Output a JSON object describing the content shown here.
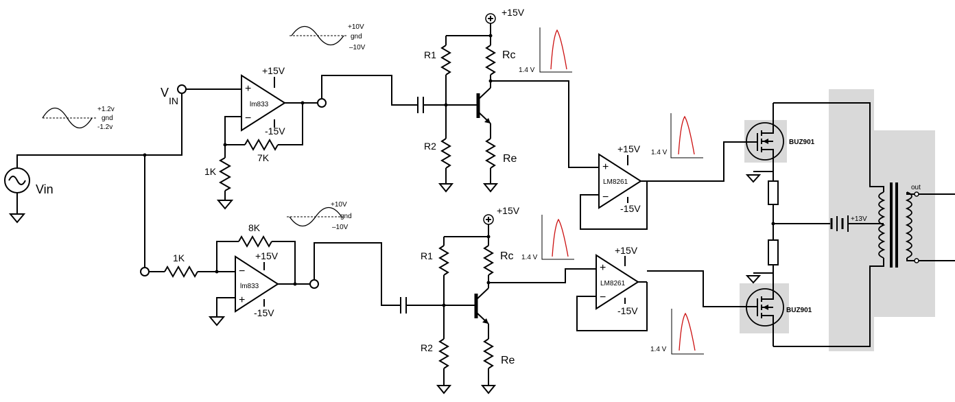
{
  "source": {
    "label": "Vin"
  },
  "input_node": {
    "label_main": "V",
    "label_sub": "IN"
  },
  "levels": {
    "input_wave": [
      "+1.2v",
      "gnd",
      "-1.2v"
    ],
    "upper_wave": [
      "+10V",
      "gnd",
      "–10V"
    ],
    "lower_wave": [
      "+10V",
      "gnd",
      "–10V"
    ]
  },
  "opamp_u1": {
    "part": "lm833",
    "plus": "+",
    "minus": "−",
    "vpos": "+15V",
    "vneg": "-15V"
  },
  "opamp_u2": {
    "part": "lm833",
    "plus": "+",
    "minus": "−",
    "vpos": "+15V",
    "vneg": "-15V"
  },
  "resistors_u1": {
    "r_feedback": "7K",
    "r_ground": "1K"
  },
  "resistors_u2": {
    "r_feedback": "8K",
    "r_input": "1K"
  },
  "stage_top": {
    "supply": "+15V",
    "r1": "R1",
    "r2": "R2",
    "rc": "Rc",
    "re": "Re",
    "scope_level": "1.4 V"
  },
  "stage_bottom": {
    "supply": "+15V",
    "r1": "R1",
    "r2": "R2",
    "rc": "Rc",
    "re": "Re",
    "scope_level": "1.4 V"
  },
  "driver_top": {
    "part": "LM8261",
    "plus": "+",
    "minus": "−",
    "vpos": "+15V",
    "vneg": "-15V",
    "scope_level": "1.4 V"
  },
  "driver_bottom": {
    "part": "LM8261",
    "plus": "+",
    "minus": "−",
    "vpos": "+15V",
    "vneg": "-15V",
    "scope_level": "1.4 V"
  },
  "mosfet_top": {
    "part": "BUZ901"
  },
  "mosfet_bottom": {
    "part": "BUZ901"
  },
  "battery": {
    "label": "+13V"
  },
  "transformer": {
    "label": "out"
  },
  "colors": {
    "wire": "#000000",
    "waveform": "#cc1111",
    "shade": "#d9d9d9"
  }
}
